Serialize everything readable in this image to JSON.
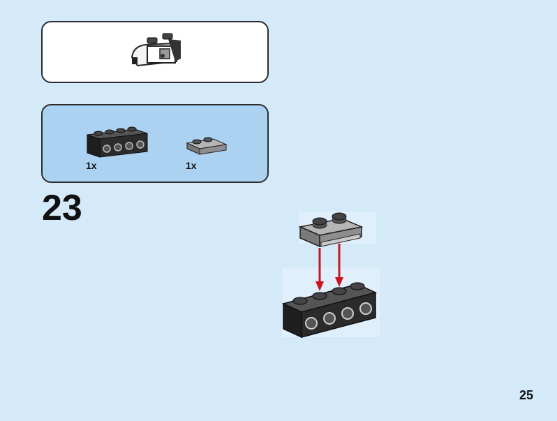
{
  "parts": [
    {
      "icon": "brick-1x4-with-studs-on-side-icon",
      "quantity": "1x"
    },
    {
      "icon": "plate-1x2-with-rail-icon",
      "quantity": "1x"
    }
  ],
  "step": {
    "number": "23"
  },
  "page": {
    "number": "25"
  },
  "colors": {
    "background": "#d4eaf9",
    "parts_panel": "#acd2f1",
    "arrow": "#d0121b",
    "black_brick": "#2b2b2b",
    "gray_plate": "#8e8e8e"
  }
}
